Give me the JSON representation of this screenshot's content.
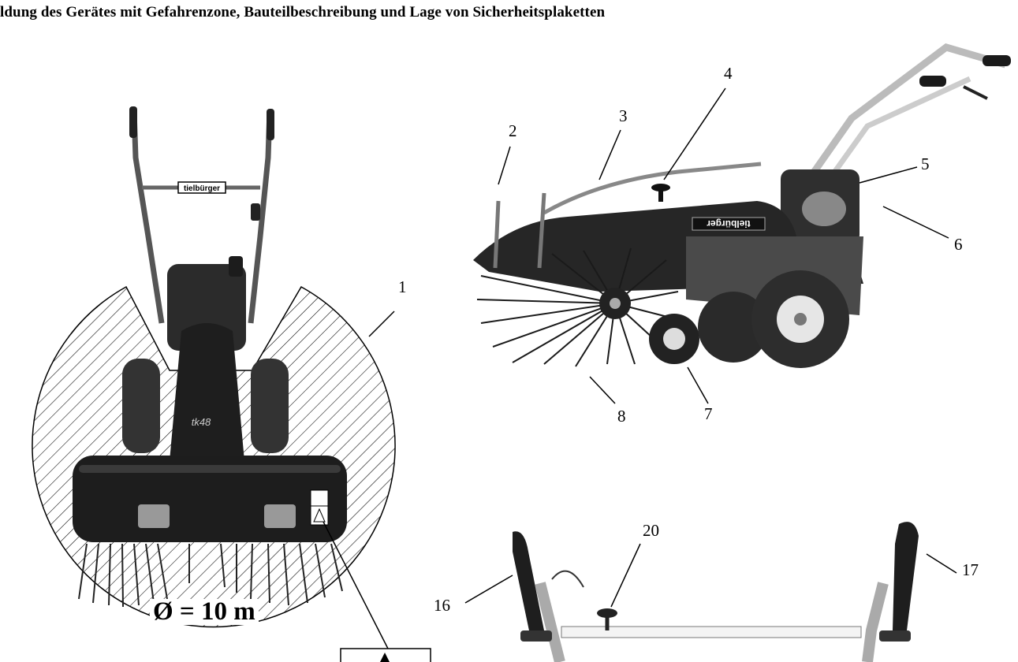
{
  "header": {
    "title": "ldung des Gerätes mit Gefahrenzone, Bauteilbeschreibung und Lage von Sicherheitsplaketten"
  },
  "front_view": {
    "callout_1": "1",
    "diameter_label": "Ø = 10 m",
    "brand_plate": "tielbürger",
    "badge": "tk48"
  },
  "side_view": {
    "callouts": [
      "2",
      "3",
      "4",
      "5",
      "6",
      "7",
      "8"
    ],
    "brand_plate": "tielbürger"
  },
  "detail_view": {
    "callouts": [
      "16",
      "17",
      "20"
    ]
  }
}
